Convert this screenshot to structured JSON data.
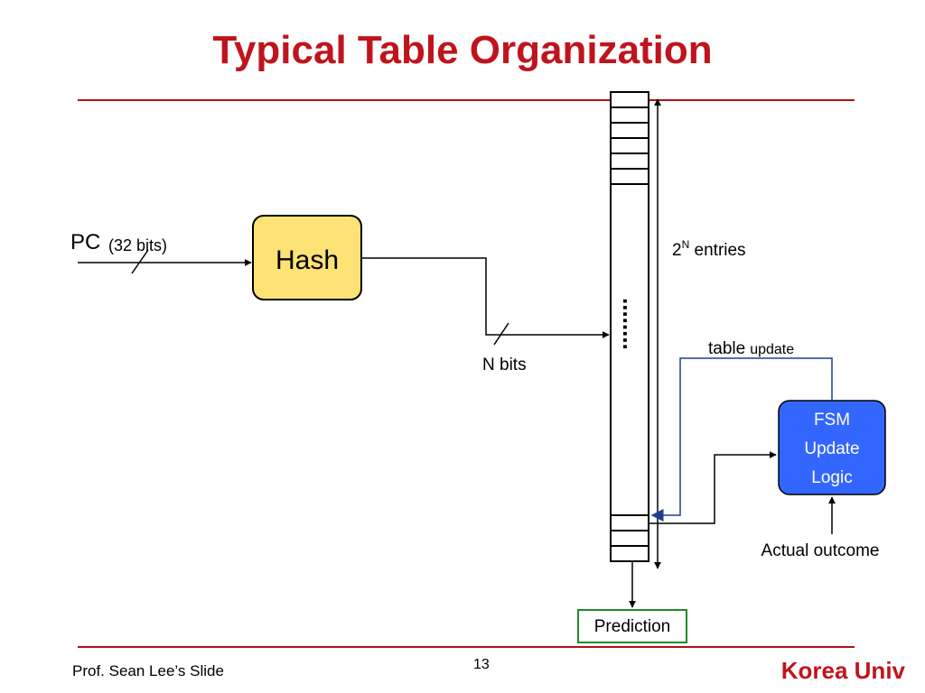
{
  "slide": {
    "title": "Typical Table Organization",
    "accent_color": "#c0141c"
  },
  "diagram": {
    "pc_label": "PC",
    "pc_bits": "(32 bits)",
    "hash_label": "Hash",
    "n_bits_label": "N bits",
    "entries_base": "2",
    "entries_exp": "N",
    "entries_text": " entries",
    "table_label": "table",
    "update_label": "update",
    "fsm_lines": [
      "FSM",
      "Update",
      "Logic"
    ],
    "actual_outcome": "Actual outcome",
    "prediction": "Prediction",
    "dots": "........",
    "hash_fill": "#fde276",
    "fsm_fill": "#3366ff",
    "prediction_border": "#1e8c2a",
    "update_line_color": "#1f3f8f"
  },
  "footer": {
    "left": "Prof. Sean Lee’s Slide",
    "page_number": "13",
    "right": "Korea Univ"
  }
}
